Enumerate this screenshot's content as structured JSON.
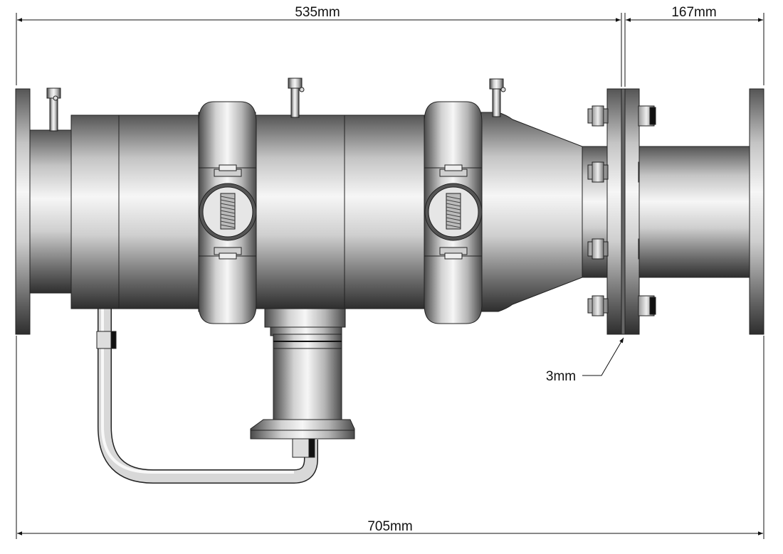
{
  "dimensions": {
    "top_left": "535mm",
    "top_right": "167mm",
    "gap": "3mm",
    "overall": "705mm"
  },
  "colors": {
    "line": "#111111",
    "metal_dark": "#3a3a3a",
    "metal_light": "#f6f6f6",
    "background": "#ffffff"
  }
}
